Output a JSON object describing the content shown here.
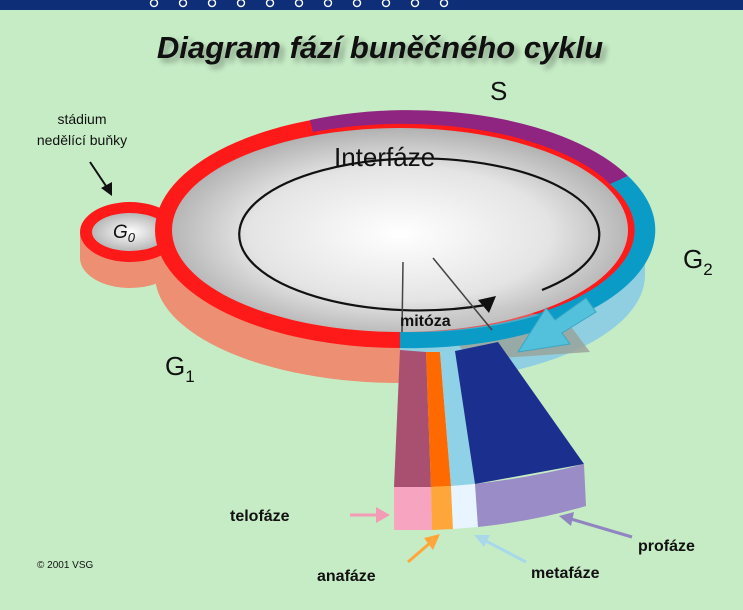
{
  "title": "Diagram fází buněčného cyklu",
  "labels": {
    "s": "S",
    "g0": "G",
    "g0_sub": "0",
    "g1": "G",
    "g1_sub": "1",
    "g2": "G",
    "g2_sub": "2",
    "interphase": "Interfáze",
    "mitosis": "mitóza",
    "nondividing_line1": "stádium",
    "nondividing_line2": "nedělící buňky",
    "telophase": "telofáze",
    "anaphase": "anafáze",
    "metaphase": "metafáze",
    "prophase": "profáze",
    "copyright": "© 2001 VSG"
  },
  "colors": {
    "background": "#c6ecc6",
    "g1_red": "#ff1a1a",
    "g1_side": "#ec8f72",
    "s_purple": "#8f2580",
    "g2_cyan": "#0b9bc7",
    "g2_side": "#8fcfe1",
    "telophase": "#a95070",
    "telophase_light": "#f7a4c0",
    "anaphase": "#ff6a00",
    "anaphase_light": "#ffa63a",
    "metaphase": "#8fd2e7",
    "metaphase_light": "#e8f4ff",
    "prophase": "#1b2f8e",
    "prophase_light": "#9a8cc6",
    "arrow_cyan": "#54c1dc"
  }
}
